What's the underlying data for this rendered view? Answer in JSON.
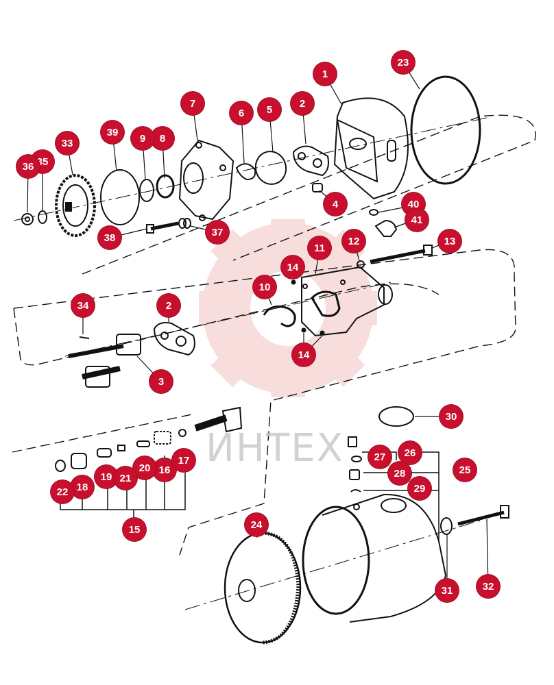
{
  "diagram": {
    "watermark": "ИНТЕХ",
    "callouts": [
      "1",
      "2",
      "2",
      "3",
      "4",
      "5",
      "6",
      "7",
      "8",
      "9",
      "10",
      "11",
      "12",
      "13",
      "14",
      "14",
      "15",
      "16",
      "17",
      "18",
      "19",
      "20",
      "21",
      "22",
      "23",
      "24",
      "25",
      "26",
      "27",
      "28",
      "29",
      "30",
      "31",
      "32",
      "33",
      "34",
      "35",
      "36",
      "37",
      "38",
      "39",
      "40",
      "41"
    ]
  }
}
